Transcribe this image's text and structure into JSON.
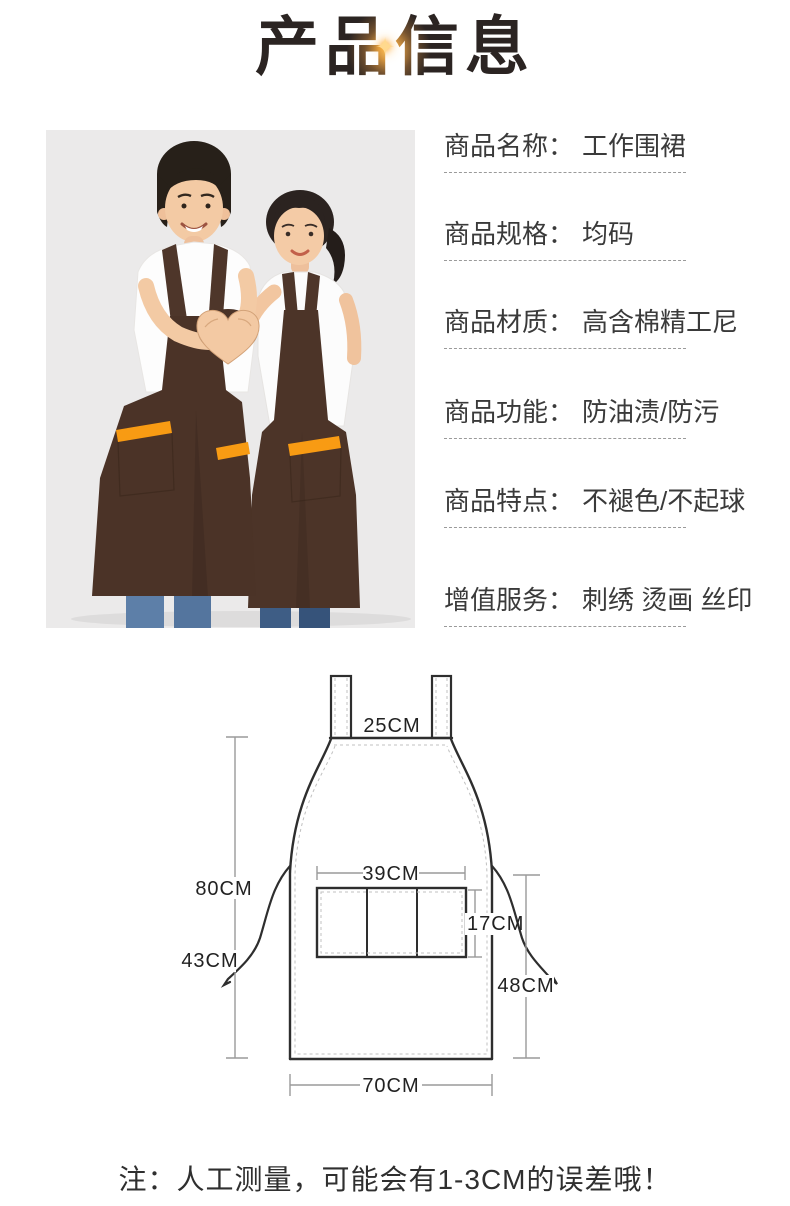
{
  "title": "产品信息",
  "details": {
    "rows": [
      {
        "label": "商品名称：",
        "value": "工作围裙"
      },
      {
        "label": "商品规格：",
        "value": "均码"
      },
      {
        "label": "商品材质：",
        "value": "高含棉精工尼"
      },
      {
        "label": "商品功能：",
        "value": "防油渍/防污"
      },
      {
        "label": "商品特点：",
        "value": "不褪色/不起球"
      },
      {
        "label": "增值服务：",
        "value": "刺绣 烫画 丝印"
      }
    ]
  },
  "diagram": {
    "measurements": {
      "strap_width": "25CM",
      "total_height": "80CM",
      "tie_length": "43CM",
      "pocket_width": "39CM",
      "pocket_height": "17CM",
      "lower_height": "48CM",
      "bottom_width": "70CM"
    }
  },
  "note": "注：人工测量，可能会有1-3CM的误差哦！",
  "colors": {
    "apron_brown": "#4b3327",
    "trim_orange": "#f89b13",
    "title_sparkle_gold": "#ffb340",
    "photo_background": "#ebeaea"
  }
}
